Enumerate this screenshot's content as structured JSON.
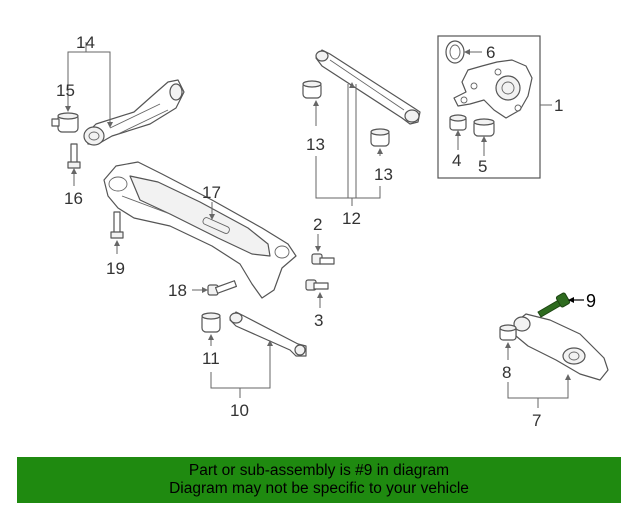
{
  "callouts": {
    "c1": "1",
    "c2": "2",
    "c3": "3",
    "c4": "4",
    "c5": "5",
    "c6": "6",
    "c7": "7",
    "c8": "8",
    "c9": "9",
    "c10": "10",
    "c11": "11",
    "c12": "12",
    "c13a": "13",
    "c13b": "13",
    "c14": "14",
    "c15": "15",
    "c16": "16",
    "c17": "17",
    "c18": "18",
    "c19": "19"
  },
  "highlight": {
    "part": "9",
    "color": "#2e6b1f"
  },
  "banner": {
    "line1": "Part or sub-assembly is #9 in diagram",
    "line2": "Diagram may not be specific to your vehicle",
    "color": "#1f8a10"
  }
}
